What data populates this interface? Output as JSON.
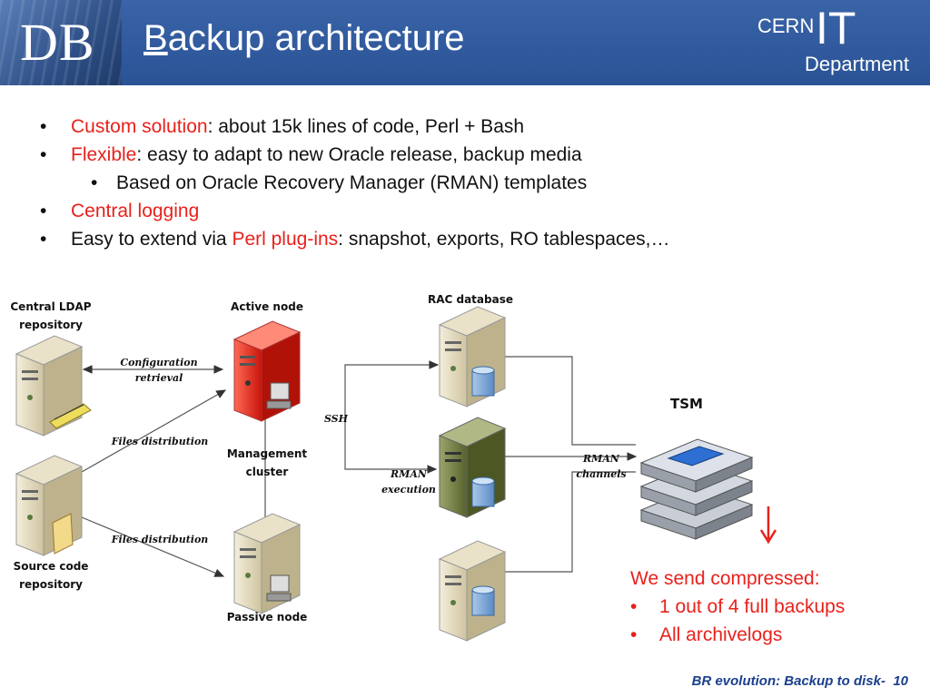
{
  "header": {
    "logo_text": "DB",
    "title_first": "B",
    "title_rest": "ackup architecture",
    "cern_logo": {
      "cern": "CERN",
      "it": "IT",
      "department": "Department"
    }
  },
  "bullets": [
    {
      "highlight": "Custom solution",
      "rest": ": about 15k lines of code, Perl + Bash"
    },
    {
      "highlight": "Flexible",
      "rest": ": easy to adapt to new Oracle release, backup media"
    },
    {
      "sub": "Based on Oracle Recovery Manager (RMAN) templates"
    },
    {
      "highlight": "Central logging"
    },
    {
      "pre": "Easy to extend via ",
      "highlight": "Perl plug-ins",
      "rest": ": snapshot, exports, RO tablespaces,…"
    }
  ],
  "diagram": {
    "central_ldap": [
      "Central LDAP",
      "repository"
    ],
    "active_node": "Active node",
    "rac_database": "RAC database",
    "tsm": "TSM",
    "config_retrieval": [
      "Configuration",
      "retrieval"
    ],
    "files_distribution_1": "Files distribution",
    "files_distribution_2": "Files distribution",
    "ssh": "SSH",
    "management_cluster": [
      "Management",
      "cluster"
    ],
    "rman_execution": [
      "RMAN",
      "execution"
    ],
    "rman_channels": [
      "RMAN",
      "channels"
    ],
    "source_code": [
      "Source code",
      "repository"
    ],
    "passive_node": "Passive node",
    "colors": {
      "active_node": "#e02a1e",
      "rac_middle": "#6e7d3c",
      "server": "#e8dfc2"
    }
  },
  "note": {
    "heading": "We send compressed:",
    "items": [
      "1 out of 4 full backups",
      "All archivelogs"
    ]
  },
  "footer": {
    "text": "BR evolution: Backup to disk-",
    "page": "10"
  }
}
